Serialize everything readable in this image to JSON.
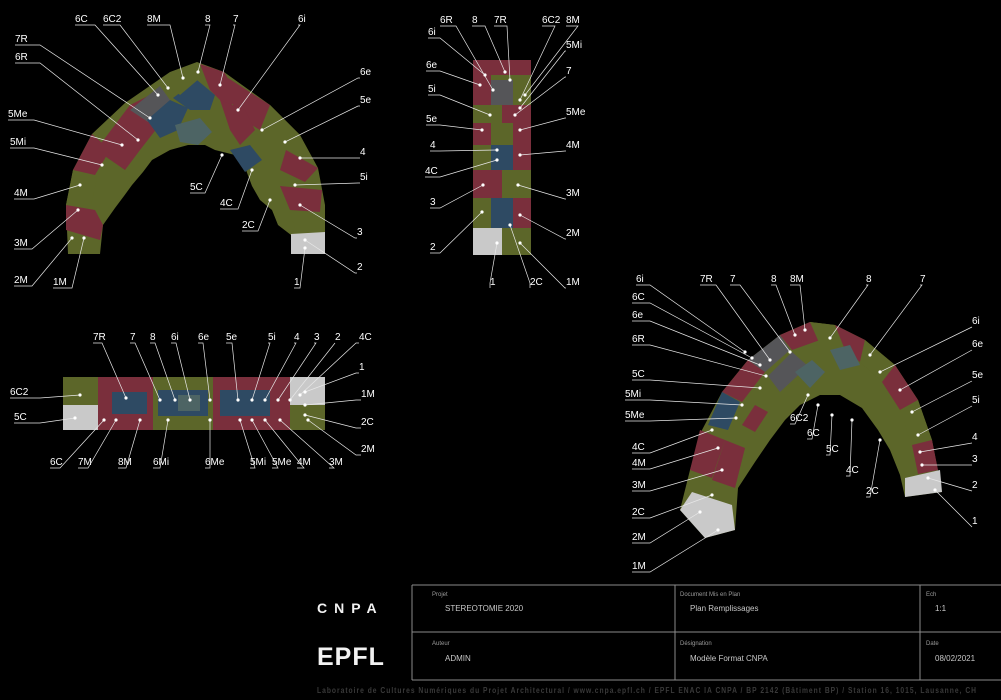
{
  "colors": {
    "olive": "#5c6629",
    "red": "#7a2f3c",
    "blue": "#2e4a63",
    "gray": "#555558",
    "white": "#c9c9c9",
    "teal": "#4d6464"
  },
  "views": {
    "front_arch": {
      "labels": [
        "7R",
        "6R",
        "6C",
        "6C2",
        "8M",
        "8",
        "7",
        "6i",
        "6e",
        "5e",
        "4",
        "5i",
        "3",
        "2",
        "1",
        "1M",
        "2M",
        "3M",
        "4M",
        "5Mi",
        "5Me",
        "5C",
        "4C",
        "2C"
      ]
    },
    "side_view": {
      "labels": [
        "6R",
        "8",
        "7R",
        "6C2",
        "8M",
        "6i",
        "5Mi",
        "6e",
        "7",
        "5i",
        "5Me",
        "5e",
        "4",
        "4M",
        "4C",
        "3",
        "3M",
        "2",
        "2M",
        "1",
        "2C",
        "1M"
      ]
    },
    "top_view": {
      "labels": [
        "7R",
        "7",
        "8",
        "6i",
        "6e",
        "5e",
        "5i",
        "4",
        "3",
        "2",
        "4C",
        "1",
        "6C2",
        "1M",
        "5C",
        "2C",
        "2M",
        "6C",
        "7M",
        "8M",
        "6Mi",
        "6Me",
        "5Mi",
        "5Me",
        "4M",
        "3M"
      ]
    },
    "iso_view": {
      "labels": [
        "6i",
        "6C",
        "6e",
        "6R",
        "7R",
        "7",
        "8",
        "8M",
        "8",
        "7",
        "6i",
        "6e",
        "5e",
        "5i",
        "4",
        "3",
        "2",
        "1",
        "5C",
        "5Mi",
        "5Me",
        "6C2",
        "6C",
        "5C",
        "4C",
        "2C",
        "4C",
        "4M",
        "3M",
        "2C",
        "2M",
        "1M"
      ]
    }
  },
  "title_block": {
    "logo_cnpa": "CNPA",
    "logo_epfl": "EPFL",
    "projet_label": "Projet",
    "projet_value": "STEREOTOMIE 2020",
    "document_label": "Document Mis en Plan",
    "document_value": "Plan Remplissages",
    "ech_label": "Ech",
    "ech_value": "1:1",
    "auteur_label": "Auteur",
    "auteur_value": "ADMIN",
    "designation_label": "Désignation",
    "designation_value": "Modèle Format CNPA",
    "date_label": "Date",
    "date_value": "08/02/2021"
  },
  "footer": "Laboratoire de Cultures Numériques du Projet Architectural / www.cnpa.epfl.ch / EPFL ENAC IA CNPA / BP 2142 (Bâtiment BP) / Station 16, 1015, Lausanne, CH"
}
